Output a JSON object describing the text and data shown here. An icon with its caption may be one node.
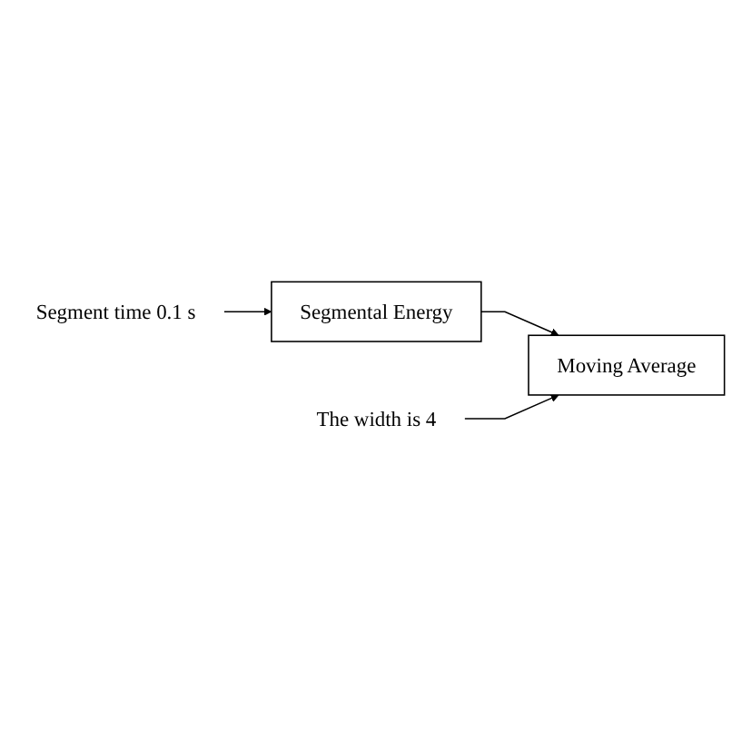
{
  "diagram": {
    "nodes": [
      {
        "text": [
          "Segment time 0.1 s"
        ]
      },
      {
        "text": [
          "Segmental Energy"
        ]
      },
      {
        "text": [
          "Moving Average"
        ]
      },
      {
        "text": [
          "The width is 4"
        ]
      }
    ],
    "edges": [
      {
        "from": 0,
        "to": 1,
        "arrow": "to"
      },
      {
        "from": 1,
        "to": 2,
        "arrow": "to"
      },
      {
        "from": 3,
        "to": 2,
        "arrow": "to"
      }
    ]
  }
}
